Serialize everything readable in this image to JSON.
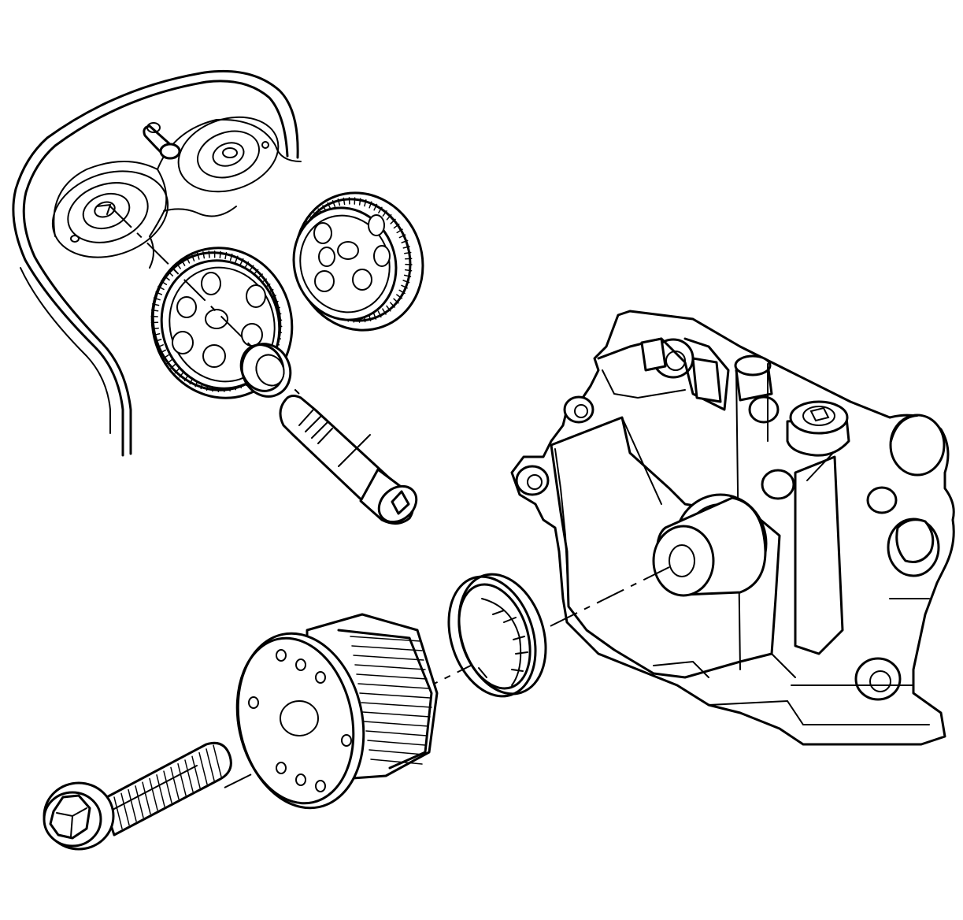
{
  "figure": {
    "kind": "exploded-view line drawing",
    "colors": {
      "ink": "#000000",
      "paper": "#ffffff"
    },
    "parts": [
      "engine-front-cover-outline",
      "exhaust-camshaft-sprocket",
      "intake-camshaft-sprocket",
      "sprocket-washer",
      "camshaft-sprocket-bolt",
      "oil-pump-housing",
      "crankshaft-front-oil-seal",
      "crankshaft-sprocket",
      "crankshaft-sprocket-bolt"
    ]
  }
}
